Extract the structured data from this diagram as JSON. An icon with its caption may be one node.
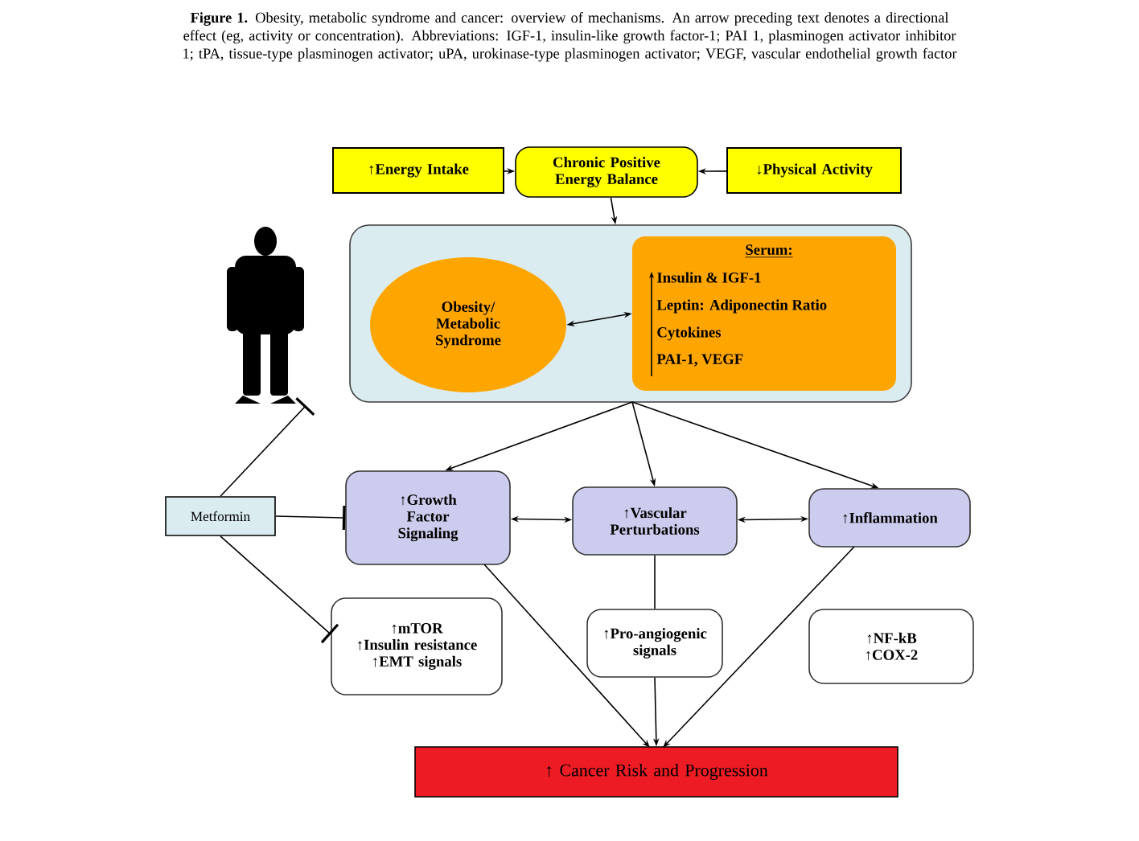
{
  "diagram": {
    "caption": "**Figure 1.** Obesity, metabolic syndrome and cancer: overview of mechanisms. An arrow preceding text denotes a directional effect (eg, activity or concentration). Abbreviations: IGF-1, insulin-like growth factor-1; PAI 1, plasminogen activator inhibitor 1; tPA, tissue-type plasminogen activator; uPA, urokinase-type plasminogen activator; VEGF, vascular endothelial growth factor",
    "nodes": [
      {
        "text": [
          "↑Energy Intake"
        ]
      },
      {
        "text": [
          "Chronic Positive Energy Balance"
        ]
      },
      {
        "text": [
          "↓Physical Activity"
        ]
      },
      {
        "text": [],
        "shape": "box"
      },
      {
        "text": [
          "Obesity/ Metabolic Syndrome"
        ],
        "in": 3
      },
      {
        "text": [
          "Serum:",
          "Insulin & IGF-1",
          "Leptin: Adiponectin Ratio",
          "Cytokines",
          "PAI-1, VEGF"
        ],
        "in": 3
      },
      {
        "text": [],
        "shape": "person"
      },
      {
        "text": [
          "Metformin"
        ]
      },
      {
        "text": [
          "↑Growth Factor Signaling"
        ]
      },
      {
        "text": [
          "↑Vascular Perturbations"
        ]
      },
      {
        "text": [
          "↑Inflammation"
        ]
      },
      {
        "text": [
          "↑mTOR",
          "↑Insulin resistance",
          "↑EMT signals"
        ]
      },
      {
        "text": [
          "↑Pro-angiogenic signals"
        ]
      },
      {
        "text": [
          "↑NF-kB",
          "↑COX-2"
        ]
      },
      {
        "text": [
          "↑ Cancer Risk and Progression"
        ]
      }
    ],
    "edges": [
      {
        "from": 0,
        "to": 1,
        "arrow": "to"
      },
      {
        "from": 2,
        "to": 1,
        "arrow": "to"
      },
      {
        "from": 1,
        "to": 3,
        "arrow": "to"
      },
      {
        "from": 4,
        "to": 5,
        "arrow": "both"
      },
      {
        "from": 3,
        "to": 8,
        "arrow": "to"
      },
      {
        "from": 3,
        "to": 9,
        "arrow": "to"
      },
      {
        "from": 3,
        "to": 10,
        "arrow": "to"
      },
      {
        "from": 8,
        "to": 9,
        "arrow": "both"
      },
      {
        "from": 9,
        "to": 10,
        "arrow": "both"
      },
      {
        "from": 7,
        "to": 6,
        "arrow": "other"
      },
      {
        "from": 7,
        "to": 8,
        "arrow": "other"
      },
      {
        "from": 7,
        "to": 11,
        "arrow": "other"
      },
      {
        "from": 9,
        "to": 12,
        "arrow": "none"
      },
      {
        "from": 8,
        "to": 14,
        "arrow": "to"
      },
      {
        "from": 12,
        "to": 14,
        "arrow": "to"
      },
      {
        "from": 10,
        "to": 14,
        "arrow": "to"
      }
    ]
  }
}
